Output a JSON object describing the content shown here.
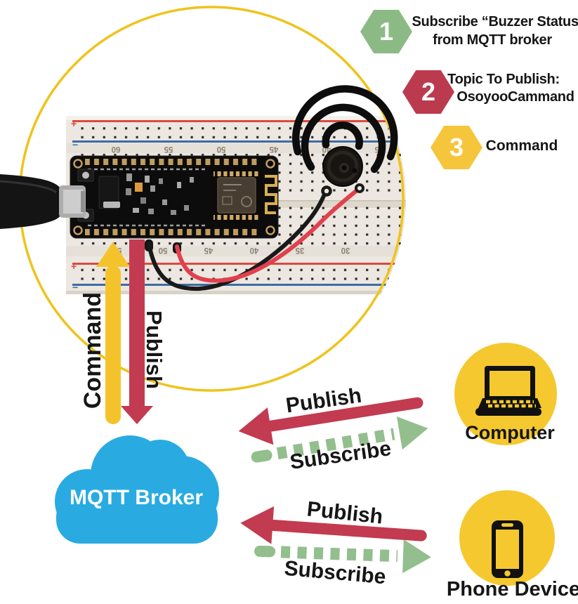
{
  "colors": {
    "circle_yellow": "#EFC31C",
    "hex_green": "#8CBA85",
    "hex_red": "#BC3A4E",
    "hex_yellow": "#F5C53B",
    "cloud_blue": "#29ABE2",
    "arrow_red": "#C23B50",
    "arrow_green": "#93BE8D",
    "arrow_yellow": "#F4C32C",
    "device_circle_yellow": "#F5C82F"
  },
  "legend": {
    "items": [
      {
        "number": "1",
        "line1": "Subscribe “Buzzer Status”",
        "line2": "from MQTT broker"
      },
      {
        "number": "2",
        "line1": "Topic To Publish:",
        "line2": "OsoyooCammand"
      },
      {
        "number": "3",
        "line1": "Command",
        "line2": ""
      }
    ]
  },
  "flows": {
    "command": "Command",
    "publish": "Publish",
    "computer": {
      "publish": "Publish",
      "subscribe": "Subscribe"
    },
    "phone": {
      "publish": "Publish",
      "subscribe": "Subscribe"
    }
  },
  "broker": {
    "label": "MQTT Broker"
  },
  "devices": {
    "computer": "Computer",
    "phone": "Phone Device"
  },
  "breadboard": {
    "top_numbers": [
      "60",
      "55",
      "50",
      "45",
      "40",
      "35"
    ],
    "bottom_numbers": [
      "55",
      "50",
      "45",
      "40",
      "35",
      "30"
    ]
  }
}
